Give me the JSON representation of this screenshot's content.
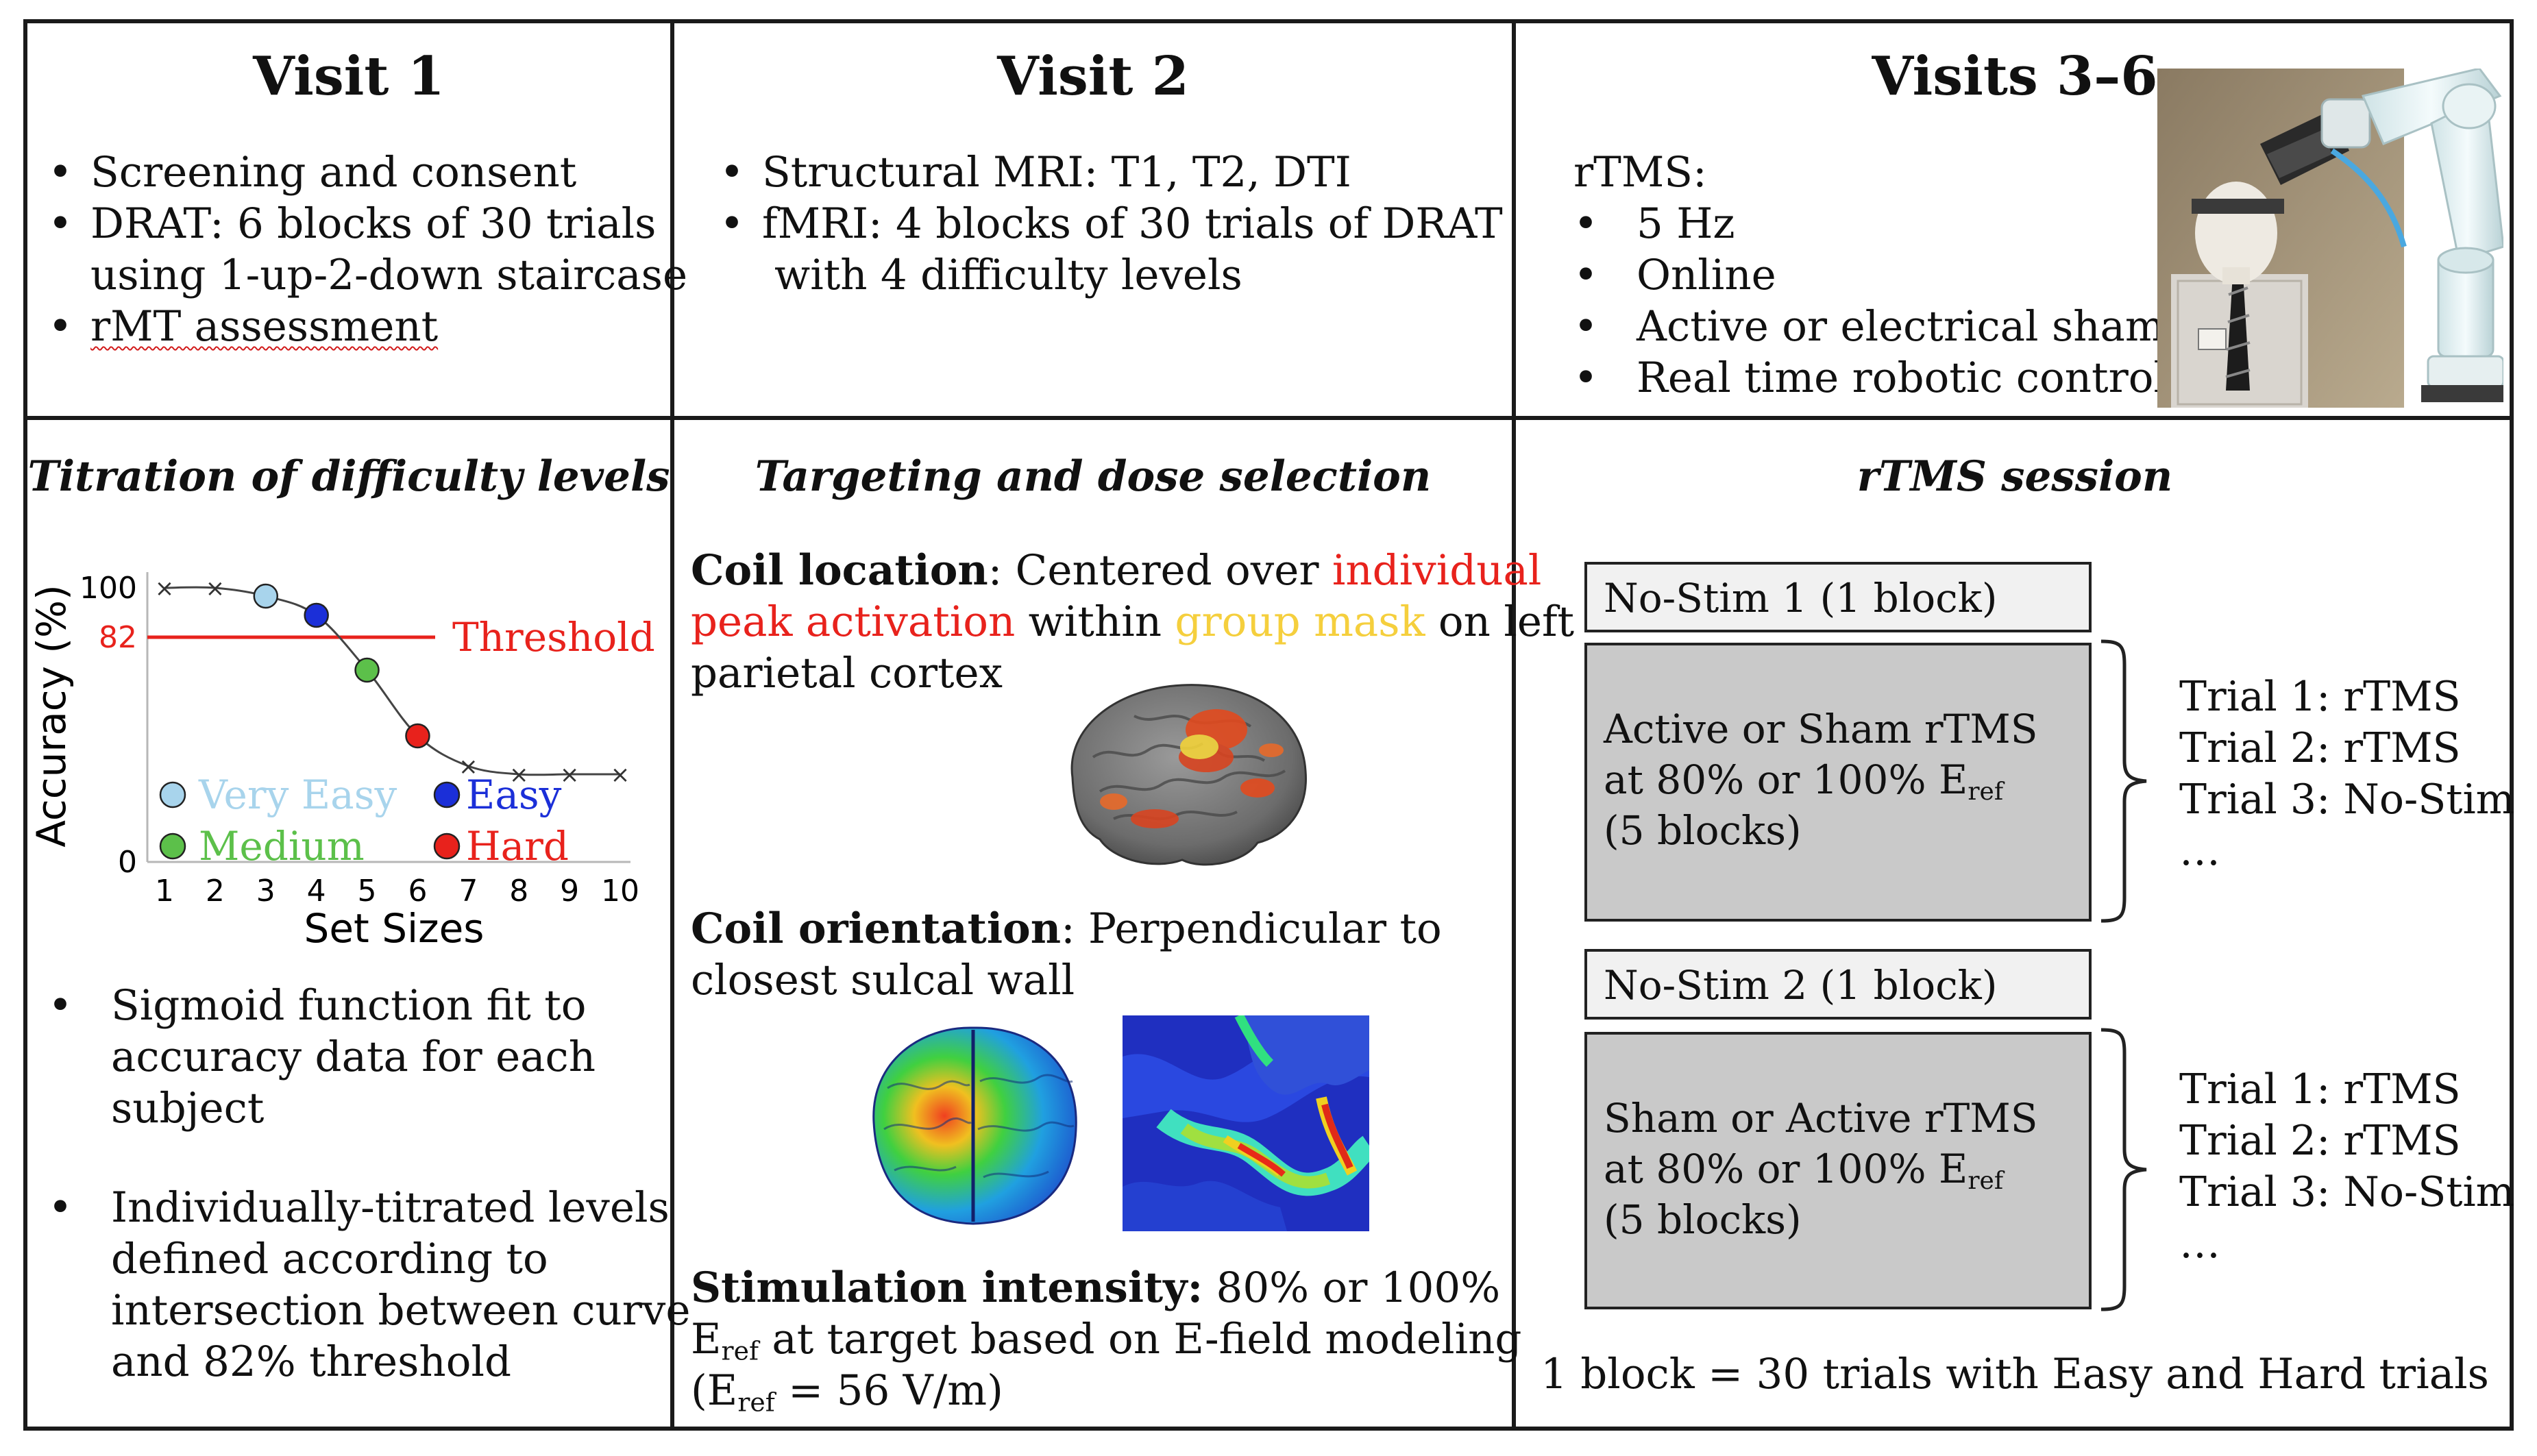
{
  "visit1": {
    "title": "Visit 1",
    "bullets": [
      "Screening and consent",
      "DRAT: 6 blocks of 30 trials",
      "using 1-up-2-down staircase",
      "rMT assessment"
    ]
  },
  "visit2": {
    "title": "Visit 2",
    "bullets": [
      "Structural MRI: T1, T2, DTI",
      "fMRI: 4 blocks of 30 trials of DRAT",
      "with 4 difficulty levels"
    ]
  },
  "visit36": {
    "title": "Visits 3–6",
    "intro": "rTMS:",
    "bullets": [
      "5 Hz",
      "Online",
      "Active or electrical sham",
      "Real time robotic control"
    ]
  },
  "titration": {
    "title": "Titration of difficulty levels",
    "bullets": [
      [
        "Sigmoid function fit to",
        "accuracy data for each",
        "subject"
      ],
      [
        "Individually-titrated levels",
        "defined according to",
        "intersection between curve",
        "and 82% threshold"
      ]
    ]
  },
  "chart_data": {
    "type": "line",
    "xlabel": "Set Sizes",
    "ylabel": "Accuracy (%)",
    "x": [
      1,
      2,
      3,
      4,
      5,
      6,
      7,
      8,
      9,
      10
    ],
    "y": [
      100,
      100,
      97,
      90,
      70,
      46,
      35,
      32,
      32,
      32
    ],
    "xticks": [
      "1",
      "2",
      "3",
      "4",
      "5",
      "6",
      "7",
      "8",
      "9",
      "10"
    ],
    "yticks": [
      "0",
      "100"
    ],
    "ylim": [
      0,
      100
    ],
    "threshold": {
      "value": 82,
      "label": "Threshold",
      "tick": "82",
      "color": "#e8221c"
    },
    "levels": [
      {
        "name": "Very Easy",
        "x": 3,
        "color": "#a8d4ec"
      },
      {
        "name": "Easy",
        "x": 4,
        "color": "#1b2fd8"
      },
      {
        "name": "Medium",
        "x": 5,
        "color": "#5cc04a"
      },
      {
        "name": "Hard",
        "x": 6,
        "color": "#e8221c"
      }
    ],
    "legend": "bottom-left"
  },
  "targeting": {
    "title": "Targeting and dose selection",
    "coil_location_label": "Coil location",
    "coil_location_text": ": Centered over ",
    "individual": "individual",
    "peak_activation": "peak activation",
    "within": " within ",
    "group_mask": "group mask",
    "on_left": " on left",
    "parietal": "parietal cortex",
    "coil_orientation_label": "Coil orientation",
    "coil_orientation_text": ": Perpendicular to",
    "closest": "closest sulcal wall",
    "stim_label": "Stimulation intensity:",
    "stim_text": " 80% or 100%",
    "eref_E": "E",
    "eref_sub": "ref",
    "eref_text": " at target based on E-field modeling",
    "eref2_open": "(E",
    "eref2_close": " = 56 V/m)"
  },
  "session": {
    "title": "rTMS session",
    "nostim1": "No-Stim 1 (1 block)",
    "active1": [
      "Active or Sham rTMS",
      "at 80% or 100% E",
      "(5 blocks)"
    ],
    "nostim2": "No-Stim 2 (1 block)",
    "active2": [
      "Sham or Active rTMS",
      "at 80% or 100% E",
      "(5 blocks)"
    ],
    "eref_sub": "ref",
    "trials1": [
      "Trial 1: rTMS",
      "Trial 2: rTMS",
      "Trial 3: No-Stim",
      "…"
    ],
    "trials2": [
      "Trial 1: rTMS",
      "Trial 2: rTMS",
      "Trial 3: No-Stim",
      "…"
    ],
    "footer": "1 block = 30 trials with Easy and Hard trials"
  },
  "colors": {
    "red": "#e8221c",
    "yellow": "#f5cf3d",
    "box_grey": "#c9c9c9",
    "border": "#1a1a1a"
  }
}
